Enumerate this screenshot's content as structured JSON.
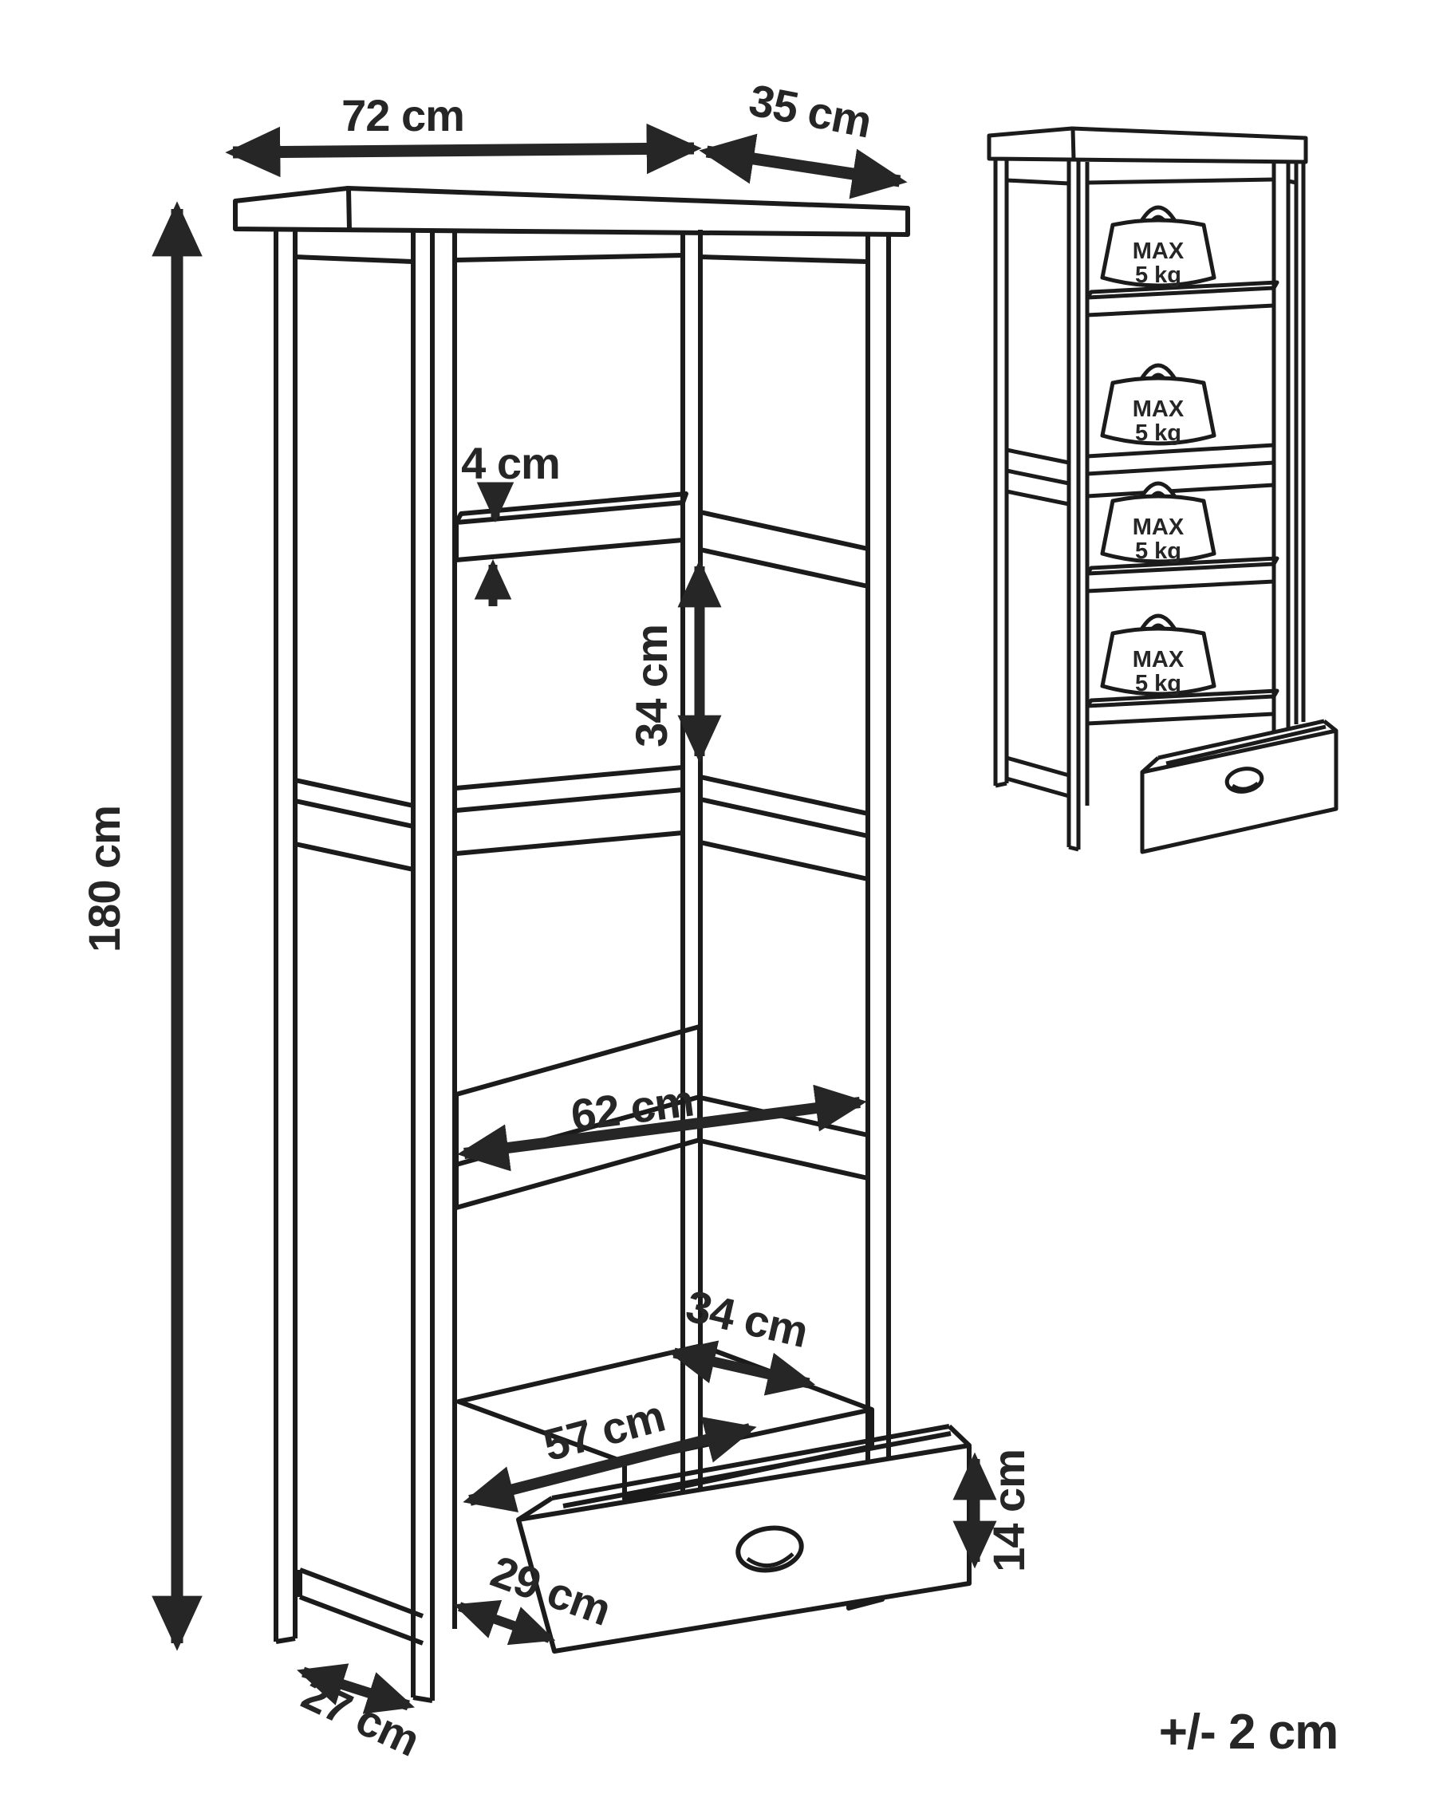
{
  "page": {
    "background_color": "#ffffff",
    "line_color": "#1b1b1b",
    "arrow_color": "#262626"
  },
  "main_drawing": {
    "dimensions": {
      "width": "72 cm",
      "depth": "35 cm",
      "height": "180 cm",
      "shelf_thickness": "4 cm",
      "shelf_clearance": "34 cm",
      "inner_width": "62 cm",
      "drawer_opening_depth": "34 cm",
      "drawer_inner_width": "57 cm",
      "drawer_front_height": "14 cm",
      "drawer_side_depth": "29 cm",
      "base_side_depth": "27 cm"
    }
  },
  "load_drawing": {
    "badge": {
      "line1": "MAX",
      "line2": "5 kg"
    }
  },
  "footer": {
    "tolerance": "+/- 2 cm"
  }
}
